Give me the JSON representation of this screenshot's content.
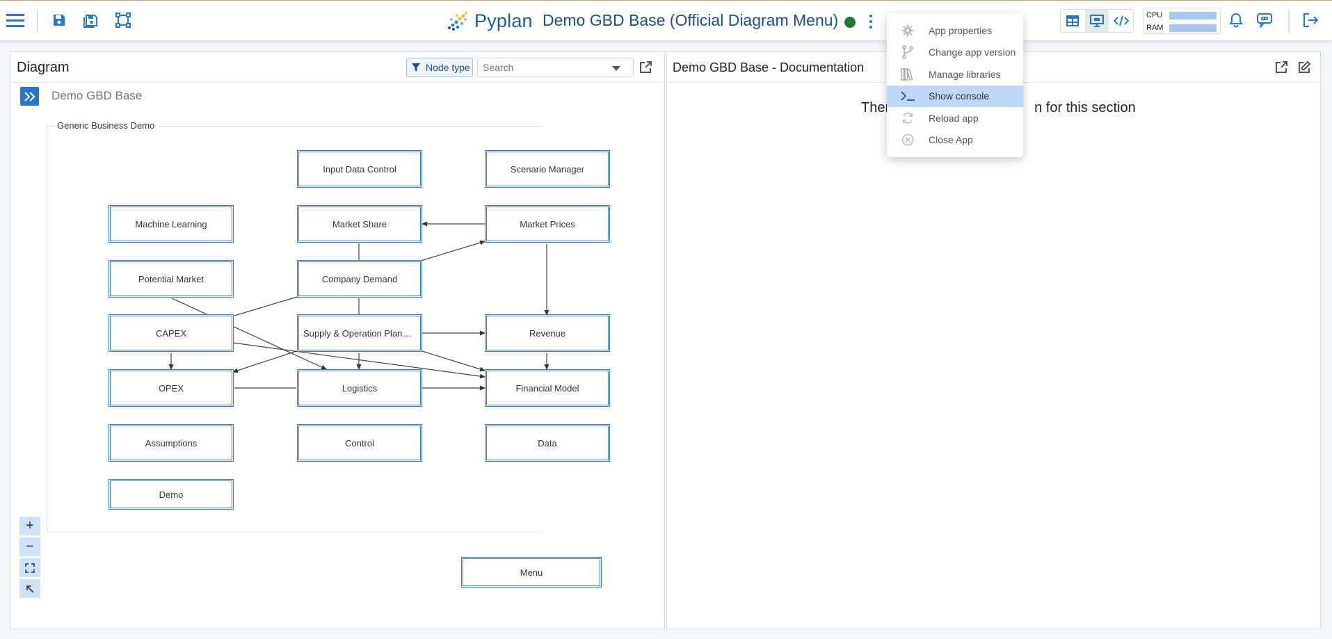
{
  "topbar": {
    "brand": "Pyplan",
    "app_title": "Demo GBD Base (Official Diagram Menu)",
    "status_color": "#1f7a3a",
    "resources": {
      "cpu_label": "CPU",
      "ram_label": "RAM"
    }
  },
  "menu": {
    "items": [
      {
        "label": "App properties",
        "icon": "gear-icon"
      },
      {
        "label": "Change app version",
        "icon": "branch-icon"
      },
      {
        "label": "Manage libraries",
        "icon": "library-icon"
      },
      {
        "label": "Show console",
        "icon": "terminal-icon",
        "highlighted": true
      },
      {
        "label": "Reload app",
        "icon": "reload-icon"
      },
      {
        "label": "Close App",
        "icon": "close-circle-icon"
      }
    ]
  },
  "diagram": {
    "title": "Diagram",
    "node_type_label": "Node type",
    "search_placeholder": "Search",
    "breadcrumb": "Demo GBD Base",
    "group_label": "Generic Business Demo",
    "nodes": {
      "input_data_control": "Input Data Control",
      "scenario_manager": "Scenario Manager",
      "machine_learning": "Machine Learning",
      "market_share": "Market Share",
      "market_prices": "Market Prices",
      "potential_market": "Potential Market",
      "company_demand": "Company Demand",
      "capex": "CAPEX",
      "supply_operation": "Supply & Operation Planni...",
      "revenue": "Revenue",
      "opex": "OPEX",
      "logistics": "Logistics",
      "financial_model": "Financial Model",
      "assumptions": "Assumptions",
      "control": "Control",
      "data": "Data",
      "demo": "Demo",
      "menu": "Menu"
    },
    "zoom": {
      "in": "+",
      "out": "−"
    }
  },
  "documentation": {
    "title": "Demo GBD Base - Documentation",
    "message_start": "Ther",
    "message_end": "n for this section"
  },
  "colors": {
    "accent": "#2a76c8",
    "brand": "#1c5d9c",
    "menu_highlight": "#bfd8f7",
    "node_border": "#3a7ad2"
  }
}
